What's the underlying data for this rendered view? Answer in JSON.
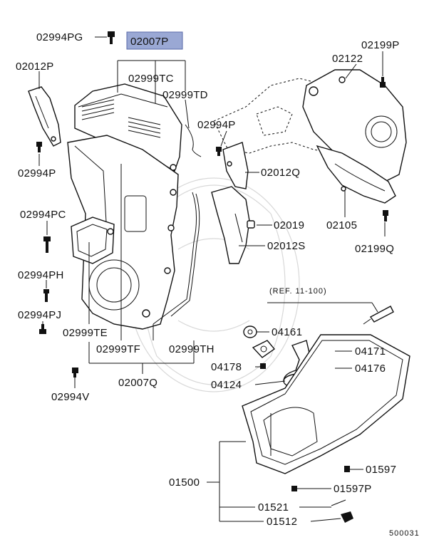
{
  "labels": {
    "p02994PG": "02994PG",
    "p02007P": "02007P",
    "p02012P": "02012P",
    "p02999TC": "02999TC",
    "p02999TD": "02999TD",
    "p02199P": "02199P",
    "p02122": "02122",
    "p02994P_a": "02994P",
    "p02994P_b": "02994P",
    "p02012Q": "02012Q",
    "p02994PC": "02994PC",
    "p02019": "02019",
    "p02105": "02105",
    "p02012S": "02012S",
    "p02199Q": "02199Q",
    "p02994PH": "02994PH",
    "ref": "(REF. 11-100)",
    "p02994PJ": "02994PJ",
    "p04161": "04161",
    "p02999TE": "02999TE",
    "p02999TF": "02999TF",
    "p02999TH": "02999TH",
    "p04171": "04171",
    "p04178": "04178",
    "p04176": "04176",
    "p02007Q": "02007Q",
    "p04124": "04124",
    "p02994V": "02994V",
    "p01597": "01597",
    "p01500": "01500",
    "p01597P": "01597P",
    "p01521": "01521",
    "p01512": "01512",
    "diagram_code": "500031"
  },
  "colors": {
    "highlight_fill": "#9aa8d4",
    "line": "#111111",
    "background": "#ffffff"
  }
}
